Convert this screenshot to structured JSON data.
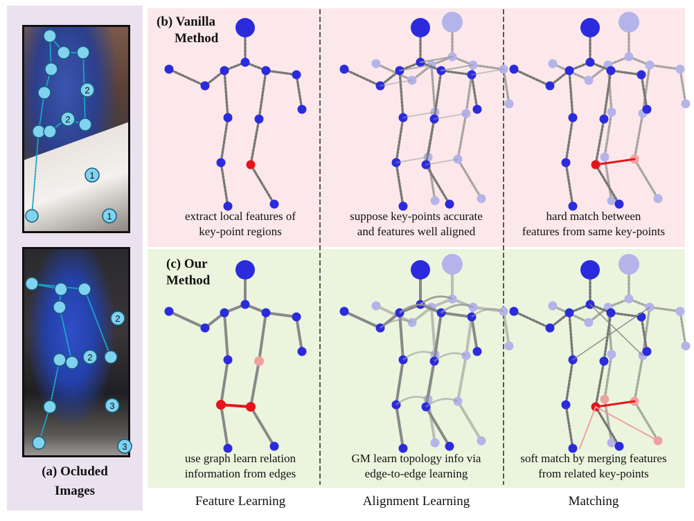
{
  "left": {
    "caption_line1": "(a)  Ocluded",
    "caption_line2": "Images"
  },
  "vanilla": {
    "title_line1": "(b) Vanilla",
    "title_line2": "Method",
    "captions": [
      [
        "extract local features of",
        "key-point regions"
      ],
      [
        "suppose key-points accurate",
        "and features well aligned"
      ],
      [
        "hard match between",
        "features from same key-points"
      ]
    ]
  },
  "ours": {
    "title_line1": "(c) Our",
    "title_line2": "Method",
    "captions": [
      [
        "use graph learn relation",
        "information from edges"
      ],
      [
        "GM learn topology info via",
        "edge-to-edge learning"
      ],
      [
        "soft match by merging features",
        "from related key-points"
      ]
    ]
  },
  "columns": [
    "Feature Learning",
    "Alignment Learning",
    "Matching"
  ],
  "keypoint_labels_top": [
    "2",
    "2",
    "1",
    "1"
  ],
  "keypoint_labels_bottom": [
    "2",
    "2",
    "3",
    "3"
  ],
  "colors": {
    "keypoint": "#2b2bdd",
    "keypoint_faded": "#b4b4ea",
    "highlight": "#e8121a",
    "highlight_faded": "#f0a0a0",
    "pose_dot": "#7fd3ef"
  }
}
